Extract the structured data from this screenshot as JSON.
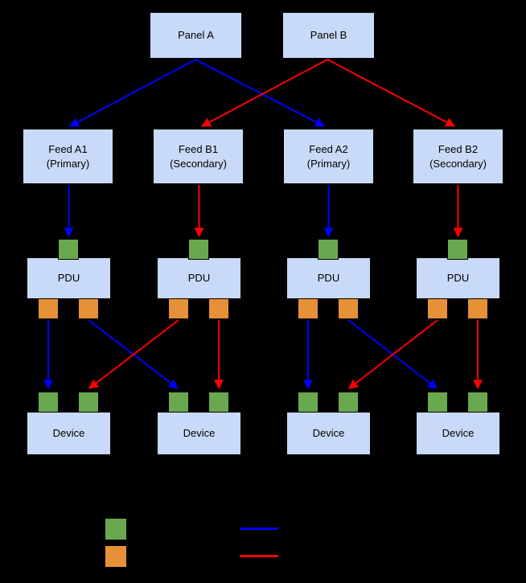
{
  "diagram": {
    "panels": [
      {
        "label": "Panel A"
      },
      {
        "label": "Panel B"
      }
    ],
    "feeds": [
      {
        "line1": "Feed A1",
        "line2": "(Primary)"
      },
      {
        "line1": "Feed B1",
        "line2": "(Secondary)"
      },
      {
        "line1": "Feed A2",
        "line2": "(Primary)"
      },
      {
        "line1": "Feed B2",
        "line2": "(Secondary)"
      }
    ],
    "pdus": [
      {
        "label": "PDU"
      },
      {
        "label": "PDU"
      },
      {
        "label": "PDU"
      },
      {
        "label": "PDU"
      }
    ],
    "devices": [
      {
        "label": "Device"
      },
      {
        "label": "Device"
      },
      {
        "label": "Device"
      },
      {
        "label": "Device"
      }
    ],
    "legend": {
      "swatches": [
        {
          "name": "input-port-green"
        },
        {
          "name": "output-port-orange"
        }
      ],
      "lines": [
        {
          "name": "primary-feed-blue"
        },
        {
          "name": "secondary-feed-red"
        }
      ]
    },
    "colors": {
      "background": "#000000",
      "box_fill": "#c9daf8",
      "box_border": "#000000",
      "box_text": "#000000",
      "input_port_fill": "#6aa84f",
      "input_port_border": "#000000",
      "output_port_fill": "#e69138",
      "output_port_border": "#000000",
      "primary_arrow": "#0000ff",
      "secondary_arrow": "#ff0000"
    }
  }
}
